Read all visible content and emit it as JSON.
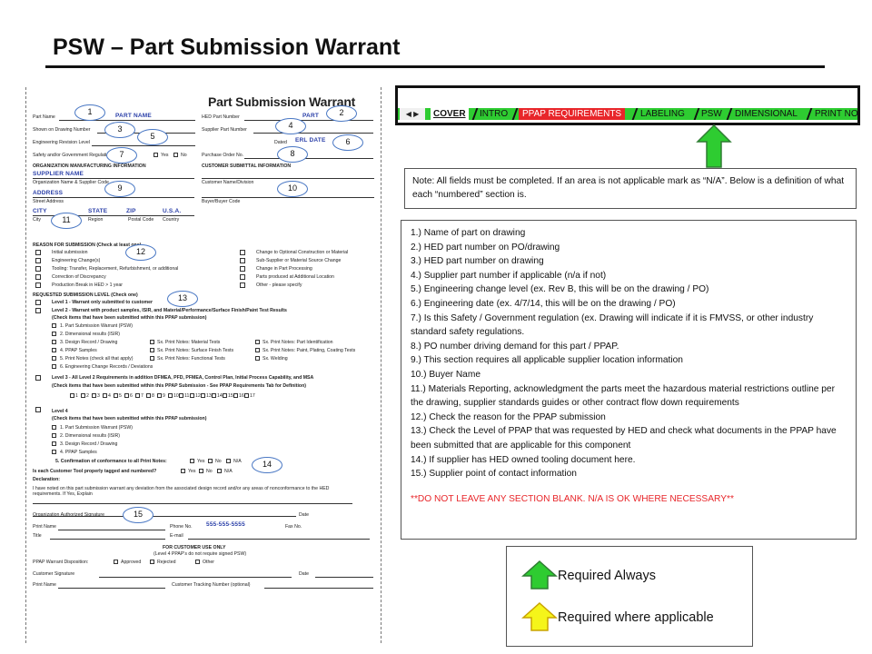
{
  "slide": {
    "title": "PSW – Part Submission Warrant"
  },
  "form": {
    "title": "Part Submission Warrant",
    "fields": {
      "part_name": "Part Name",
      "hed_part_number": "HED Part Number",
      "shown_on_drawing": "Shown on Drawing Number",
      "supplier_part_number": "Supplier Part Number",
      "eng_change_level": "Engineering Revision Level",
      "dated": "Dated",
      "safety_gov_reg": "Safety and/or Government Regulation",
      "yes": "Yes",
      "no": "No",
      "purchase_order": "Purchase Order No.",
      "org_mfg_info": "ORGANIZATION MANUFACTURING INFORMATION",
      "cust_submittal_info": "CUSTOMER SUBMITTAL INFORMATION",
      "org_name_code": "Organization Name & Supplier Code",
      "customer_name": "Customer Name/Division",
      "street_address": "Street Address",
      "buyer_code": "Buyer/Buyer Code",
      "city": "City",
      "region": "Region",
      "postal_code": "Postal Code",
      "country": "Country"
    },
    "values": {
      "part_name": "PART NAME",
      "hed_part": "PART",
      "eng_date": "ERL DATE",
      "supplier_name": "SUPPLIER NAME",
      "address": "ADDRESS",
      "city": "CITY",
      "state": "STATE",
      "zip": "ZIP",
      "country": "U.S.A.",
      "phone": "555-555-5555"
    },
    "reason": {
      "header": "REASON FOR SUBMISSION (Check at least one)",
      "left": [
        "Initial submission",
        "Engineering Change(s)",
        "Tooling: Transfer, Replacement, Refurbishment, or additional",
        "Correction of Discrepancy",
        "Production Break in HED > 1 year"
      ],
      "right": [
        "Change to Optional Construction or Material",
        "Sub-Supplier or Material Source Change",
        "Change in Part Processing",
        "Parts produced at Additional Location",
        "Other - please specify"
      ]
    },
    "level": {
      "header": "REQUESTED SUBMISSION LEVEL (Check one)",
      "lines": [
        "Level 1 - Warrant only submitted to customer",
        "Level 2 - Warrant with product samples, ISIR, and Material/Performance/Surface Finish/Paint Test Results",
        "(Check items that have been submitted within this PPAP submission)"
      ],
      "l2_items_left": [
        "1. Part Submission Warrant (PSW)",
        "2. Dimensional results (ISIR)",
        "3. Design Record / Drawing",
        "4. PPAP Samples",
        "5. Print Notes (check all that apply)",
        "6. Engineering Change Records / Deviations"
      ],
      "l2_items_mid": [
        "Sx. Print Notes: Material Tests",
        "Sx. Print Notes: Surface Finish Tests",
        "Sx. Print Notes: Functional Tests"
      ],
      "l2_items_right": [
        "Sx. Print Notes: Part Identification",
        "Sx. Print Notes: Paint, Plating, Coating Tests",
        "Sx. Welding"
      ],
      "l3_line": "Level 3 - All Level 2 Requirements in addition DFMEA, PFD, PFMEA, Control Plan, Initial Process Capability, and MSA",
      "l3_check": "(Check items that have been submitted within this PPAP Submission - See PPAP Requirements Tab for Definition)",
      "l3_numbers": [
        "1",
        "2",
        "3",
        "4",
        "5",
        "6",
        "7",
        "8",
        "9",
        "10",
        "11",
        "12",
        "13",
        "14",
        "15",
        "16",
        "17"
      ],
      "l4_label": "Level 4",
      "l4_check": "(Check items that have been submitted within this PPAP submission)",
      "l4_items": [
        "1. Part Submission Warrant (PSW)",
        "2. Dimensional results (ISIR)",
        "3. Design Record / Drawing",
        "4. PPAP Samples"
      ],
      "l4_confirm": "5. Confirmation of conformance to all Print Notes:",
      "na": "N/A"
    },
    "tooling_q": "Is each Customer Tool properly tagged and numbered?",
    "declaration": "Declaration:",
    "declaration_text": "I have noted on this part submission warrant any deviation from the associated design record and/or any areas of nonconformance to the HED requirements.  If Yes, Explain",
    "signature": "Organization Authorized Signature",
    "date": "Date",
    "print_name": "Print Name",
    "phone_no": "Phone No.",
    "fax_no": "Fax No.",
    "title_label": "Title",
    "email": "E-mail",
    "customer_use": "FOR CUSTOMER USE ONLY",
    "customer_use_sub": "(Level 4 PPAP's do not require signed PSW)",
    "disposition": "PPAP Warrant Disposition:",
    "approved": "Approved",
    "rejected": "Rejected",
    "other": "Other",
    "customer_signature": "Customer Signature",
    "customer_print": "Print Name",
    "tracking": "Customer Tracking Number (optional)",
    "bubbles": [
      "1",
      "2",
      "3",
      "4",
      "5",
      "6",
      "7",
      "8",
      "9",
      "10",
      "11",
      "12",
      "13",
      "14",
      "15"
    ]
  },
  "tabs": {
    "arrows": "◀ ▶",
    "items": [
      "COVER",
      "INTRO",
      "PPAP REQUIREMENTS",
      "LABELING",
      "PSW",
      "DIMENSIONAL",
      "PRINT NO"
    ]
  },
  "note": "Note: All fields must be completed.  If an area is not applicable mark as “N/A”.  Below is a definition of what each “numbered” section is.",
  "definitions": [
    "1.) Name of part on drawing",
    "2.) HED part number on PO/drawing",
    "3.) HED part number on drawing",
    "4.) Supplier part number if applicable (n/a if not)",
    "5.) Engineering change level (ex. Rev B, this will be on the drawing / PO)",
    "6.) Engineering date (ex. 4/7/14, this will be on the drawing / PO)",
    "7.) Is this Safety / Government regulation (ex. Drawing will indicate if it is FMVSS, or other industry standard safety regulations.",
    "8.) PO number driving demand for this part / PPAP.",
    "9.) This section requires all applicable supplier location information",
    "10.) Buyer Name",
    "11.) Materials Reporting, acknowledgment the parts meet the hazardous material restrictions outline per the drawing, supplier standards guides or other contract flow down requirements",
    "12.) Check the reason for the PPAP submission",
    "13.) Check the Level of PPAP that was requested by HED and check what documents in the PPAP have been submitted that are applicable for this component",
    "14.) If supplier has HED owned tooling document here.",
    "15.) Supplier point of contact information"
  ],
  "warning": "**DO NOT LEAVE ANY SECTION BLANK. N/A IS OK WHERE NECESSARY**",
  "legend": {
    "always": "Required Always",
    "applicable": "Required where applicable",
    "colors": {
      "always": "#2ecc31",
      "applicable": "#f5f51a"
    }
  },
  "colors": {
    "accent_red": "#e8262a",
    "tab_green": "#2ecc31",
    "bubble_blue": "#4a78c4",
    "value_blue": "#2a3fa8"
  }
}
